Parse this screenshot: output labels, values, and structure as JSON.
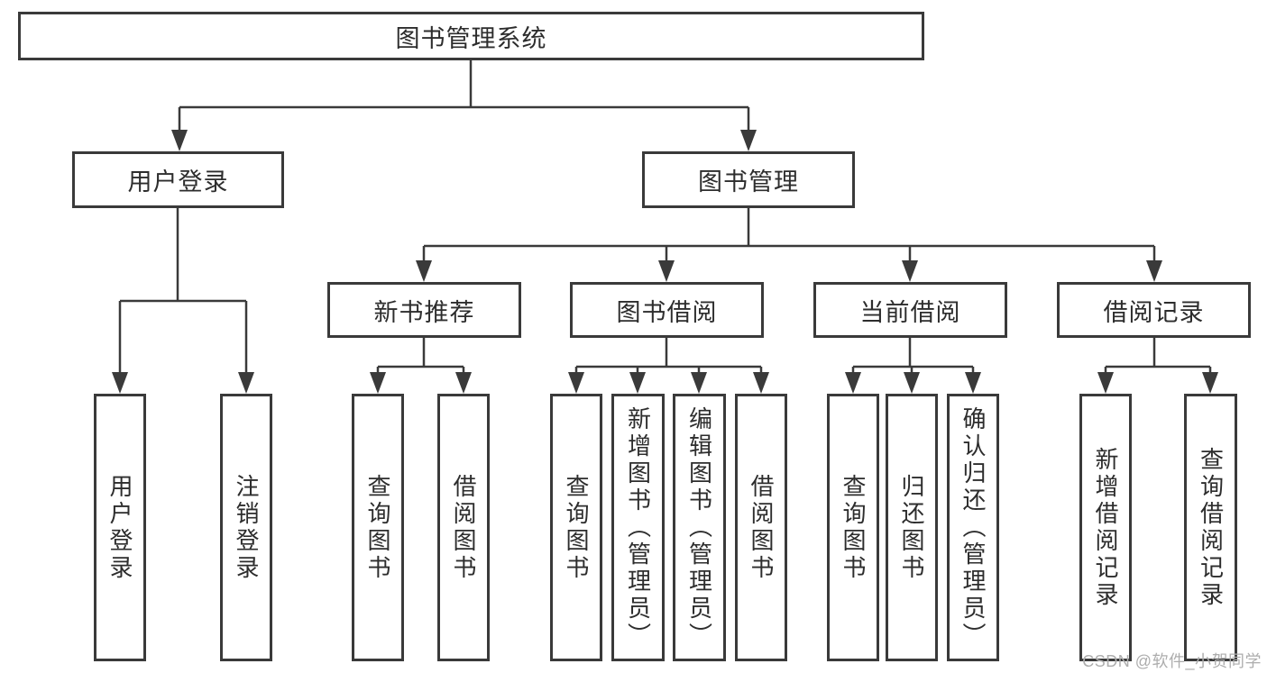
{
  "diagram": {
    "root": {
      "label": "图书管理系统"
    },
    "user_login": {
      "label": "用户登录",
      "children": [
        {
          "label": "用户登录"
        },
        {
          "label": "注销登录"
        }
      ]
    },
    "book_mgmt": {
      "label": "图书管理",
      "children": [
        {
          "label": "新书推荐",
          "children": [
            {
              "label": "查询图书"
            },
            {
              "label": "借阅图书"
            }
          ]
        },
        {
          "label": "图书借阅",
          "children": [
            {
              "label": "查询图书"
            },
            {
              "label": "新增图书（管理员）"
            },
            {
              "label": "编辑图书（管理员）"
            },
            {
              "label": "借阅图书"
            }
          ]
        },
        {
          "label": "当前借阅",
          "children": [
            {
              "label": "查询图书"
            },
            {
              "label": "归还图书"
            },
            {
              "label": "确认归还（管理员）"
            }
          ]
        },
        {
          "label": "借阅记录",
          "children": [
            {
              "label": "新增借阅记录"
            },
            {
              "label": "查询借阅记录"
            }
          ]
        }
      ]
    }
  },
  "watermark": "CSDN @软件_小贺同学",
  "colors": {
    "line": "#3a3a3a",
    "text": "#2d2d2d",
    "watermark": "#adadad",
    "background": "#ffffff"
  }
}
